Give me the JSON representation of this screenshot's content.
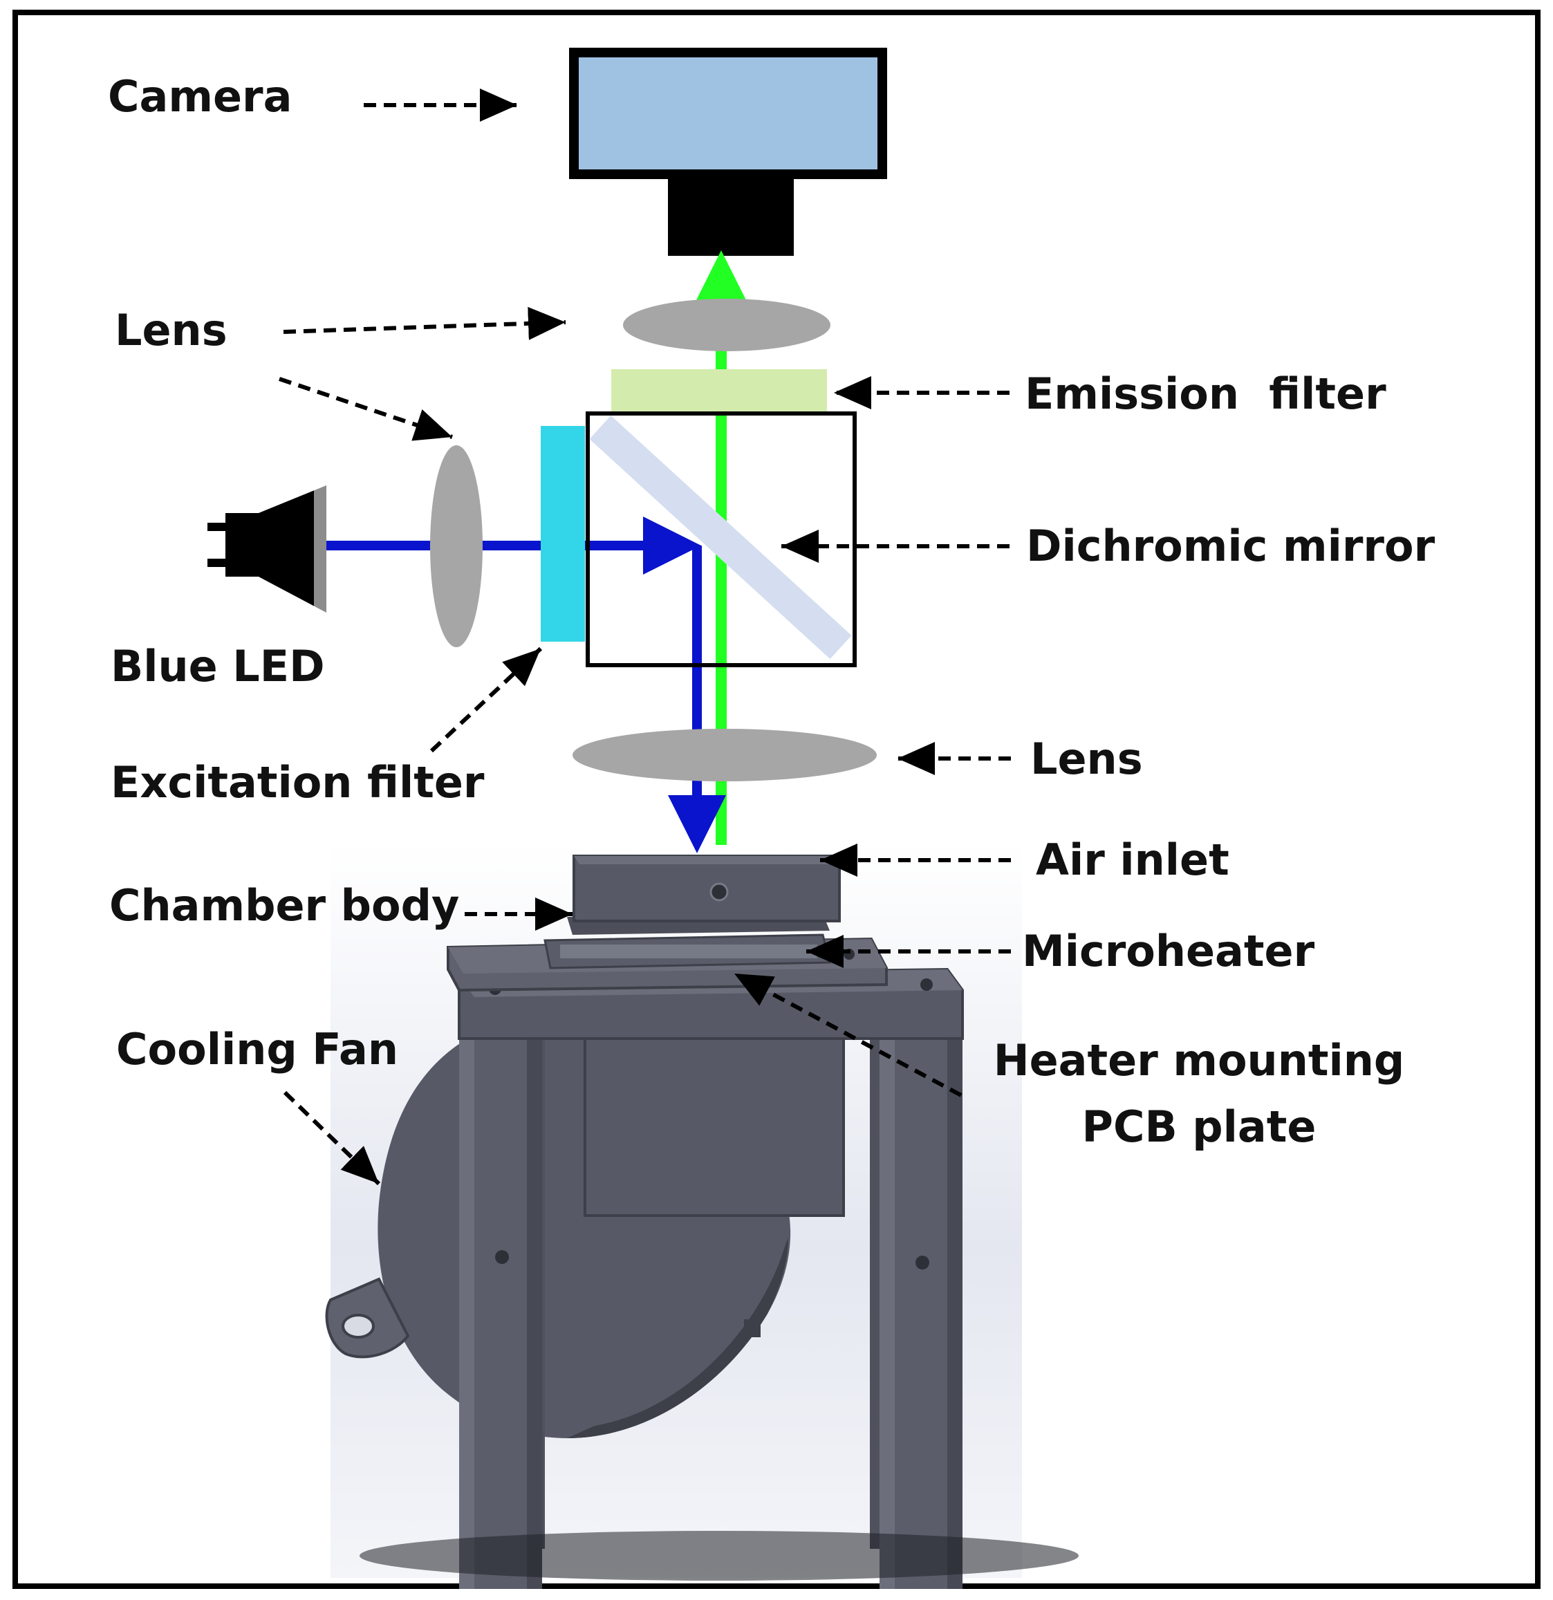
{
  "labels": {
    "camera": "Camera",
    "lens_top": "Lens",
    "emission_filter": "Emission  filter",
    "dichromic_mirror": "Dichromic mirror",
    "blue_led": "Blue LED",
    "excitation_filter": "Excitation filter",
    "lens_bottom": "Lens",
    "air_inlet": "Air inlet",
    "chamber_body": "Chamber body",
    "microheater": "Microheater",
    "cooling_fan": "Cooling Fan",
    "heater_mounting_line1": "Heater mounting",
    "heater_mounting_line2": "PCB plate"
  },
  "colors": {
    "camera_body": "#9fc2e3",
    "camera_mount": "#000000",
    "lens": "#a6a6a6",
    "emission_filter": "#d3ecae",
    "excitation_filter": "#33d6e8",
    "dichroic_mirror": "#d4def0",
    "excitation_beam": "#0a14cc",
    "emission_beam": "#22ff22",
    "hardware": "#575a66",
    "hardware_dark": "#3d4049",
    "hardware_light": "#6c6f7b",
    "frame": "#000000"
  }
}
